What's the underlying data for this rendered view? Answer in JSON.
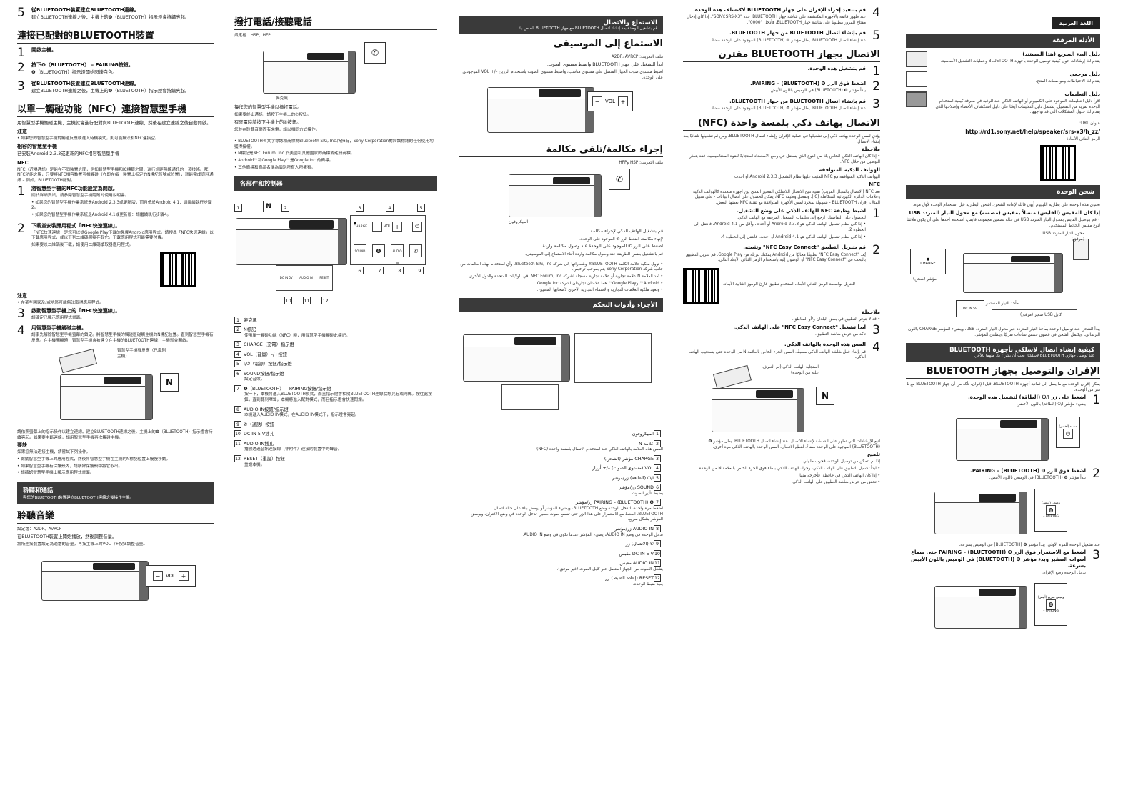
{
  "col1": {
    "s5_num": "5",
    "s5_title": "從BLUETOOTH裝置建立BLUETOOTH連線。",
    "s5_desc": "建立BLUETOOTH連線之後，主機上的❽（BLUETOOTH）指示燈會持續亮起。",
    "h_paired": "連接已配對的BLUETOOTH裝置",
    "p1_num": "1",
    "p1": "開啟主機。",
    "p2_num": "2",
    "p2": "按下❽（BLUETOOTH） – PAIRING按鈕。",
    "p2_desc": "❽（BLUETOOTH）指示燈開始閃爍白色。",
    "p3_num": "3",
    "p3": "從BLUETOOTH裝置建立BLUETOOTH連線。",
    "p3_desc": "建立BLUETOOTH連線之後，主機上的❽（BLUETOOTH）指示燈會持續亮起。",
    "h_nfc": "以單一觸碰功能（NFC）連接智慧型手機",
    "nfc_intro": "用智慧型手機觸碰主機，主機就會進行配對與BLUETOOTH連線，然後在建立連線之後自動開啟。",
    "note_t": "注意",
    "note": "• 如果您的智慧型手機對觸碰反應或進入待機模式，則可能無法和NFC連接空。",
    "compat_t": "相容的智慧型手機",
    "compat": "已安裝Android 2.3.3或更新的NFC相容智慧型手機",
    "nfc_t": "NFC",
    "nfc_p": "NFC（近場通訊）是能在不同裝置之間，例如智慧型手機和IC標籤之間，進行短距無線通訊的一項技術。拜NFC功能之賜，只要將NFC相容裝置互相觸碰（亦即在每一裝置上指定的N標記符號或位置），就能完成資料通訊 – 例如，BLUETOOTH配對。",
    "n1_num": "1",
    "n1": "將智慧型手機的NFC功能設定為開啟。",
    "n1_desc": "關於詳細資訊，請參閱智慧型手機隨附的使用說明書。",
    "n1_b1": "• 如果您的智慧型手機作業系統是Android 2.3.3或更新版，而且低於Android 4.1：請繼續執行步驟2。",
    "n1_b2": "• 如果您的智慧型手機作業系統是Android 4.1或更新版：請繼續執行步驟4。",
    "n2_num": "2",
    "n2": "下載並安裝應用程式「NFC快速連線」。",
    "n2_desc": "「NFC快速連線」是您可以從Google Play下載的免費Android應用程式。請搜尋「NFC快速連線」以下載應用程式，或以下列二維碼圖案存取它。下載應用程式可能需要付費。",
    "n2_qr": "如果要以二維碼後下載，請使用二維碼讀取器應用程式。",
    "note2_t": "注意",
    "note2": "• 在某些國家及/或地區可能無法取得應用程式。",
    "n3_num": "3",
    "n3": "啟動智慧型手機上的「NFC快速連線」。",
    "n3_desc": "請確定已顯示應用程式畫面。",
    "n4_num": "4",
    "n4": "用智慧型手機觸碰主機。",
    "n4_desc": "請事先解除智慧型手機螢幕的鎖定。將智慧型手機的觸碰區碰觸主機的N標記位置。直到智慧型手機有反應。在主機開機時，智慧型手機會被建立在主機的BLUETOOTH連線，主機就會開啟。",
    "phone_label": "智慧型手機有反應（已識別主機）",
    "after": "請依照螢幕上的指示操作以建立連線。建立BLUETOOTH連線之後，主機上的❽（BLUETOOTH）指示燈會持續亮起。如果要中斷連線，請用智慧型手機再次觸碰主機。",
    "tip_t": "要訣",
    "tip1": "如果您無法連接主機，請嘗試下列操作。",
    "tip2": "• 啟動智慧型手機上的應用程式，然後將智慧型手機在主機的N標記位置上慢慢移動。",
    "tip3": "• 如果智慧型手機有保護殼內，請移除保護殼中將它取出。",
    "tip4": "• 請確認智慧型手機上顯示應用程式畫面。",
    "bar_listen": "聆聽和通話",
    "bar_listen_desc": "與您的BLUETOOTH裝置建立BLUETOOTH連線之後操作主機。",
    "h_music": "聆聽音樂",
    "music_prof": "設定檔：A2DP、AVRCP",
    "music_p1": "在BLUETOOTH裝置上開始播放，然後調整音量。",
    "music_p2": "將所連接裝置設定為適當的音量，再按主機上的VOL –/+按鈕調整音量。"
  },
  "col2": {
    "h_call": "撥打電話/接聽電話",
    "call_prof": "設定檔：HSP、HFP",
    "mic": "麥克風",
    "call_p1": "操作您的智慧型手機以撥打電話。",
    "call_p1b": "如果要終止通話，請按下主機上的✆按鈕。",
    "call_p2": "有來電時請按下主機上的✆按鈕。",
    "call_p2b": "您並在聆聽音樂而有來電，請以相同方式操作。",
    "tm1": "• BLUETOOTH®文字標誌和商標為Bluetooth SIG, Inc.所擁有，Sony Corporation對於該標誌的任何使用均獲得授權。",
    "tm2": "• N標記是NFC Forum, Inc.於美國和其他國家的商標或註冊商標。",
    "tm3": "• Android™和Google Play™是Google Inc.的商標。",
    "tm4": "• 其他商標和商品名稱為個別所有人所擁有。",
    "bar_parts": "各部件和控制器",
    "callouts": [
      "1",
      "2",
      "3",
      "4",
      "5",
      "6",
      "7",
      "8",
      "9",
      "10",
      "11",
      "12"
    ],
    "charge": "CHARGE",
    "sound": "SOUND",
    "vol": "VOL",
    "dc": "DC IN 5V",
    "audio": "AUDIO IN",
    "reset": "RESET",
    "parts": [
      {
        "n": "1",
        "t": "麥克風"
      },
      {
        "n": "2",
        "t": "N標記",
        "d": "使用單一觸碰功能（NFC）時，用智慧型手機觸碰此標記。"
      },
      {
        "n": "3",
        "t": "CHARGE（充電）指示燈"
      },
      {
        "n": "4",
        "t": "VOL（音量）–/+按鈕"
      },
      {
        "n": "5",
        "t": "I/⏻（電源）按鈕/指示燈"
      },
      {
        "n": "6",
        "t": "SOUND按鈕/指示燈",
        "d": "設定音效。"
      },
      {
        "n": "7",
        "t": "❽（BLUETOOTH） – PAIRING按鈕/指示燈",
        "d": "按一下，本機將進入BLUETOOTH模式，而且指示燈會相隨BLUETOOTH連線狀態亮起或閃爍。按住此按鈕，直到聽到嗶聲，本機將進入配對模式，而且指示燈會快速閃爍。"
      },
      {
        "n": "8",
        "t": "AUDIO IN按鈕/指示燈",
        "d": "本機進入AUDIO IN模式，在AUDIO IN模式下，指示燈會亮起。"
      },
      {
        "n": "9",
        "t": "✆（通話）按鈕"
      },
      {
        "n": "10",
        "t": "DC IN 5 V插孔"
      },
      {
        "n": "11",
        "t": "AUDIO IN插孔",
        "d": "播放透過音訊連接線（非附件）連接的裝置中的聲音。"
      },
      {
        "n": "12",
        "t": "RESET（重設）按鈕",
        "d": "重設本機。"
      }
    ]
  },
  "col3": {
    "bar_listen": "الاستماع والاتصال",
    "bar_listen_desc": "قم بتشغيل الوحدة بعد إنشاء اتصال BLUETOOTH مع جهاز BLUETOOTH الخاص بك.",
    "h_music": "الاستماع إلى الموسيقى",
    "music_prof": "ملف التعريف: A2DP، AVRCP",
    "music_p1": "ابدأ التشغيل على جهاز BLUETOOTH واضبط مستوى الصوت.",
    "music_p2": "اضبط مستوى صوت الجهاز المتصل على مستوى مناسب، واضبط مستوى الصوت باستخدام الزرين –/+ VOL الموجودين على الوحدة.",
    "h_call": "إجراء مكالمة/تلقي مكالمة",
    "call_prof": "ملف التعريف: HSP وHFP",
    "mic": "الميكروفون",
    "call_p1": "قم بتشغيل الهاتف الذكي لإجراء مكالمة.",
    "call_p1b": "لإنهاء مكالمة، اضغط الزر ✆ الموجود على الوحدة.",
    "call_p2": "اضغط على الزر ✆ الموجود على الوحدة عند وصول مكالمة واردة.",
    "call_p2b": "قم بالتشغيل بنفس الطريقة عند وصول مكالمة واردة أثناء الاستماع إلى الموسيقى.",
    "tm1": "• تؤول ملكية علامة الكلمة BLUETOOTH® وشعاراتها إلى شركة Bluetooth SIG, Inc. وأي استخدام لهذه العلامات من جانب شركة Sony Corporation يتم بموجب ترخيص.",
    "tm2": "• تُعد العلامة N علامة تجارية أو علامة تجارية مسجلة لشركة NFC Forum, Inc. في الولايات المتحدة والدول الأخرى.",
    "tm3": "• Android™ وGoogle Play™ هما علامتان تجاريتان لشركة Google Inc.",
    "tm4": "• وتعود ملكية العلامات التجارية والأسماء التجارية الأخرى لأصحابها المعنيين.",
    "bar_parts": "الأجزاء وأدوات التحكم",
    "parts": [
      {
        "n": "1",
        "t": "الميكروفون"
      },
      {
        "n": "2",
        "t": "علامة N",
        "d": "المس هذه العلامة بالهاتف الذكي عند استخدام الاتصال بلمسة واحدة (NFC)."
      },
      {
        "n": "3",
        "t": "CHARGE مؤشر (الشحن)"
      },
      {
        "n": "4",
        "t": "VOL (مستوى الصوت) –/+ أزرار"
      },
      {
        "n": "5",
        "t": "I/⏻ (الطاقة) زر/مؤشر"
      },
      {
        "n": "6",
        "t": "SOUND زر/مؤشر",
        "d": "يضبط تأثير الصوت."
      },
      {
        "n": "7",
        "t": "❽ (BLUETOOTH) – PAIRING زر/مؤشر",
        "d": "اضغط مرة واحدة، لتدخل الوحدة وضع BLUETOOTH، ويضيء المؤشر أو يومض بناء على حالة اتصال BLUETOOTH. اضغط مع الاستمرار على هذا الزر حتى تسمع صوت صفير، تدخل الوحدة في وضع الاقتران، ويومض المؤشر بشكل سريع."
      },
      {
        "n": "8",
        "t": "AUDIO IN زر/مؤشر",
        "d": "تدخل الوحدة في وضع AUDIO IN، يضيء المؤشر عندما تكون في وضع AUDIO IN."
      },
      {
        "n": "9",
        "t": "✆ (الاتصال) زر"
      },
      {
        "n": "10",
        "t": "DC IN 5 V مقبس"
      },
      {
        "n": "11",
        "t": "AUDIO IN مقبس",
        "d": "يشغل الصوت من الجهاز المتصل عبر كابل الصوت (غير مرفق)."
      },
      {
        "n": "12",
        "t": "RESET (إعادة الضبط) زر",
        "d": "يعيد ضبط الوحدة."
      }
    ]
  },
  "col4": {
    "s4_num": "4",
    "s4": "قم بتنفيذ إجراء الإقران على جهاز BLUETOOTH لاكتشاف هذه الوحدة.",
    "s4_desc": "عند ظهور قائمة بالأجهزة المكتشفة على شاشة جهاز BLUETOOTH، حدد \"SONY:SRS-X3\". إذا كان إدخال مفتاح المرور مطلوبًا على شاشة جهاز BLUETOOTH، فأدخل \"0000\".",
    "s5_num": "5",
    "s5": "قم بإنشاء اتصال BLUETOOTH من جهاز BLUETOOTH.",
    "s5_desc": "عند إنشاء اتصال BLUETOOTH، يظل مؤشر ❽ (BLUETOOTH) الموجود على الوحدة مضاءً.",
    "h_paired": "الاتصال بجهاز BLUETOOTH مقترن",
    "p1_num": "1",
    "p1": "قم بتشغيل هذه الوحدة.",
    "p2_num": "2",
    "p2": "اضغط فوق الزر ❽ (BLUETOOTH) – PAIRING.",
    "p2_desc": "يبدأ مؤشر ❽ (BLUETOOTH) في الوميض باللون الأبيض.",
    "p3_num": "3",
    "p3": "قم بإنشاء اتصال BLUETOOTH من جهاز BLUETOOTH.",
    "p3_desc": "عند إنشاء اتصال BLUETOOTH، يظل مؤشر ❽ (BLUETOOTH) الموجود على الوحدة مضاءً.",
    "h_nfc": "الاتصال بهاتف ذكي بلمسة واحدة (NFC)",
    "nfc_intro": "يؤدي لمس الوحدة بهاتف ذكي إلى تشغيلها في عملية الإقران وإنشاء اتصال BLUETOOTH، ومن ثم تشغيلها تلقائيًا بعد إنشاء الاتصال.",
    "note_t": "ملاحظة",
    "note": "• إذا كان الهاتف الذكي الخاص بك من النوع الذي يستقل في وضع الاستعداد استجابةً للقوة المغناطيسية، فقد يتعذر التوصيل من خلال NFC.",
    "compat_t": "الهواتف الذكية المتوافقة",
    "compat": "الهواتف الذكية المتوافقة مع NFC المثبت عليها نظام التشغيل Android 2.3.3 أو أحدث",
    "nfc_t": "NFC",
    "nfc_p": "تعد NFC (الاتصال بالمجال القريب) تقنية تتيح الاتصال اللاسلكي القصير المدى بين أجهزة متعددة كالهواتف الذكية وعلامات الدائرة الكهربائية المتكاملة (IC). وبفضل وظيفة NFC، يمكن الحصول على اتصال البيانات - على سبيل المثال، إقران BLUETOOTH - بسهولة بمجرد لمس الأجهزة المتوافقة مع تقنية NFC بعضها البعض.",
    "n1_num": "1",
    "n1": "اضبط وظيفة NFC للهاتف الذكي على وضع التشغيل.",
    "n1_desc": "للحصول على التفاصيل، ارجع إلى تعليمات التشغيل المرفقة مع الهاتف الذكي.",
    "n1_b1": "• إذا كان نظام تشغيل الهاتف الذكي هو Android 2.3.3 أو أحدث، وأقل من Android 4.1، فانتقل إلى الخطوة 2.",
    "n1_b2": "• إذا كان نظام تشغيل الهاتف الذكي هو Android 4.1 أو أحدث، فانتقل إلى الخطوة 4.",
    "n2_num": "2",
    "n2": "قم بتنزيل التطبيق \"NFC Easy Connect\" وتثبيته.",
    "n2_desc": "يُعد \"NFC Easy Connect\" تطبيقًا مجانيًا من Android يمكنك تنزيله من Google Play. قم بتنزيل التطبيق بالبحث عن \"NFC Easy Connect\" أو الوصول إليه باستخدام الرمز الثنائي الأبعاد التالي.",
    "n2_qr": "للتنزيل بواسطة الرمز الثنائي الأبعاد، استخدم تطبيق قارئ الرموز الثنائية الأبعاد.",
    "note2_t": "ملاحظة",
    "note2": "• قد لا يتوفر التطبيق في بعض البلدان و/أو المناطق.",
    "n3_num": "3",
    "n3": "ابدأ تشغيل \"NFC Easy Connect\" على الهاتف الذكي.",
    "n3_desc": "تأكد من عرض شاشة التطبيق.",
    "n4_num": "4",
    "n4": "المس هذه الوحدة بالهاتف الذكي.",
    "n4_desc": "قم بإلغاء قفل شاشة الهاتف الذكي مسبقًا. المس الجزء الخاص بالعلامة N من الوحدة حتى يستجيب الهاتف الذكي.",
    "phone_label": "استجابة الهاتف الذكي (تم التعرف عليه من الوحدة)",
    "after": "اتبع الإرشادات التي تظهر على الشاشة لإنشاء الاتصال. عند إنشاء اتصال BLUETOOTH، يظل مؤشر ❽ (BLUETOOTH) الموجود على الوحدة مضاءً. لقطع الاتصال، المس الوحدة بالهاتف الذكي مرة أخرى.",
    "tip_t": "تلميح",
    "tip1": "إذا لم تتمكن من توصيل الوحدة، فجرب ما يلي.",
    "tip2": "• ابدأ تشغيل التطبيق على الهاتف الذكي، وحرك الهاتف الذكي ببطء فوق الجزء الخاص بالعلامة N من الوحدة.",
    "tip3": "• إذا كان الهاتف الذكي في حافظة، فأخرجه منها.",
    "tip4": "• تحقق من عرض شاشة التطبيق على الهاتف الذكي."
  },
  "col5": {
    "lang": "اللغة العربية",
    "bar_docs": "الأدلة المرفقة",
    "d1_t": "دليل البدء السريع (هذا المستند)",
    "d1": "يقدم لك إرشادات حول كيفية توصيل الوحدة بأجهزة BLUETOOTH وعمليات التشغيل الأساسية.",
    "d2_t": "دليل مرجعي",
    "d2": "يقدم لك الاحتياطات ومواصفات المنتج.",
    "d3_t": "دليل التعليمات",
    "d3": "اقرأ دليل التعليمات الموجود على الكمبيوتر أو الهاتف الذكي عند الرغبة في معرفة كيفية استخدام الوحدة بمزيد من التفصيل. يشتمل دليل التعليمات أيضًا على دليل استكشاف الأخطاء وإصلاحها الذي يقدم لك حلول المشكلات التي قد تواجهها.",
    "url_t": "عنوان URL:",
    "url": "http://rd1.sony.net/help/speaker/srs-x3/h_zz/",
    "qr_t": "الرمز الثنائي الأبعاد:",
    "bar_charge": "شحن الوحدة",
    "charge_p": "تحتوي هذه الوحدة على بطارية الليثيوم أيون قابلة لإعادة الشحن. اشحن البطارية قبل استخدام الوحدة لأول مرة.",
    "charge_b": "إذا كان المقبس (القابس) متصلاً بمقبس (مضمنة) مع محول التيار المتردد USB",
    "charge_note": "• قم بتوصيل القابس بمحول التيار المتردد USB في حالة تضمين مجموعة قابس، استخدم أحدها على أن يكون ملائمًا لنوع مقبس الحائط المستخدم.",
    "lbl_usb_ac": "محول التيار المتردد USB (مرفق)",
    "lbl_charge": "CHARGE",
    "lbl_charge_ind": "مؤشر (شحن)",
    "lbl_dcin": "DC IN 5V",
    "lbl_dcin_t": "مأخذ التيار المستمر",
    "lbl_cable": "كابل USB صغير (مرفق)",
    "charge_after": "يبدأ الشحن عند توصيل الوحدة بمأخذ التيار المتردد عبر محول التيار المتردد USB، ويضيء المؤشر CHARGE باللون البرتقالي. ويكتمل الشحن في غضون خمس ساعات تقريبًا وينطفئ المؤشر.",
    "bar_wireless": "كيفية إنشاء اتصال لاسلكي بأجهزة BLUETOOTH",
    "bar_wireless_desc": "عند توصيل جهازي BLUETOOTH لاسلكيًا، يجب أن يقترن كل منهما بالآخر.",
    "h_pair": "الإقران والتوصيل بجهاز BLUETOOTH",
    "pair_p": "يمكن إقران الوحدة مع ما يصل إلى ثمانية أجهزة BLUETOOTH. قبل الإقران، تأكد من أن جهاز BLUETOOTH مع 1 متر من الوحدة.",
    "q1_num": "1",
    "q1": "اضغط على زر I/⏻ (الطاقة) لتشغيل هذه الوحدة.",
    "q1_desc": "يضيء مؤشر I/⏻ (الطاقة) باللون الأخضر.",
    "lbl_power": "مضاء (أخضر)",
    "q2_num": "2",
    "q2": "اضغط فوق الزر ❽ (BLUETOOTH) – PAIRING.",
    "q2_desc": "يبدأ مؤشر ❽ (BLUETOOTH) في الوميض باللون الأبيض.",
    "lbl_blink": "وميض (أبيض)",
    "lbl_pairing": "– PAIRING",
    "q2_after": "عند تشغيل الوحدة للمرة الأولى، يبدأ مؤشر ❽ (BLUETOOTH) في الوميض بسرعة.",
    "q3_num": "3",
    "q3": "اضغط مع الاستمرار فوق الزر ❽ (BLUETOOTH) – PAIRING حتى سماع أصوات الصفير وبدء مؤشر ❽ (BLUETOOTH) في الوميض باللون الأبيض بسرعة.",
    "q3_desc": "تدخل الوحدة وضع الإقران.",
    "lbl_fast": "وميض سريع (أبيض)"
  }
}
